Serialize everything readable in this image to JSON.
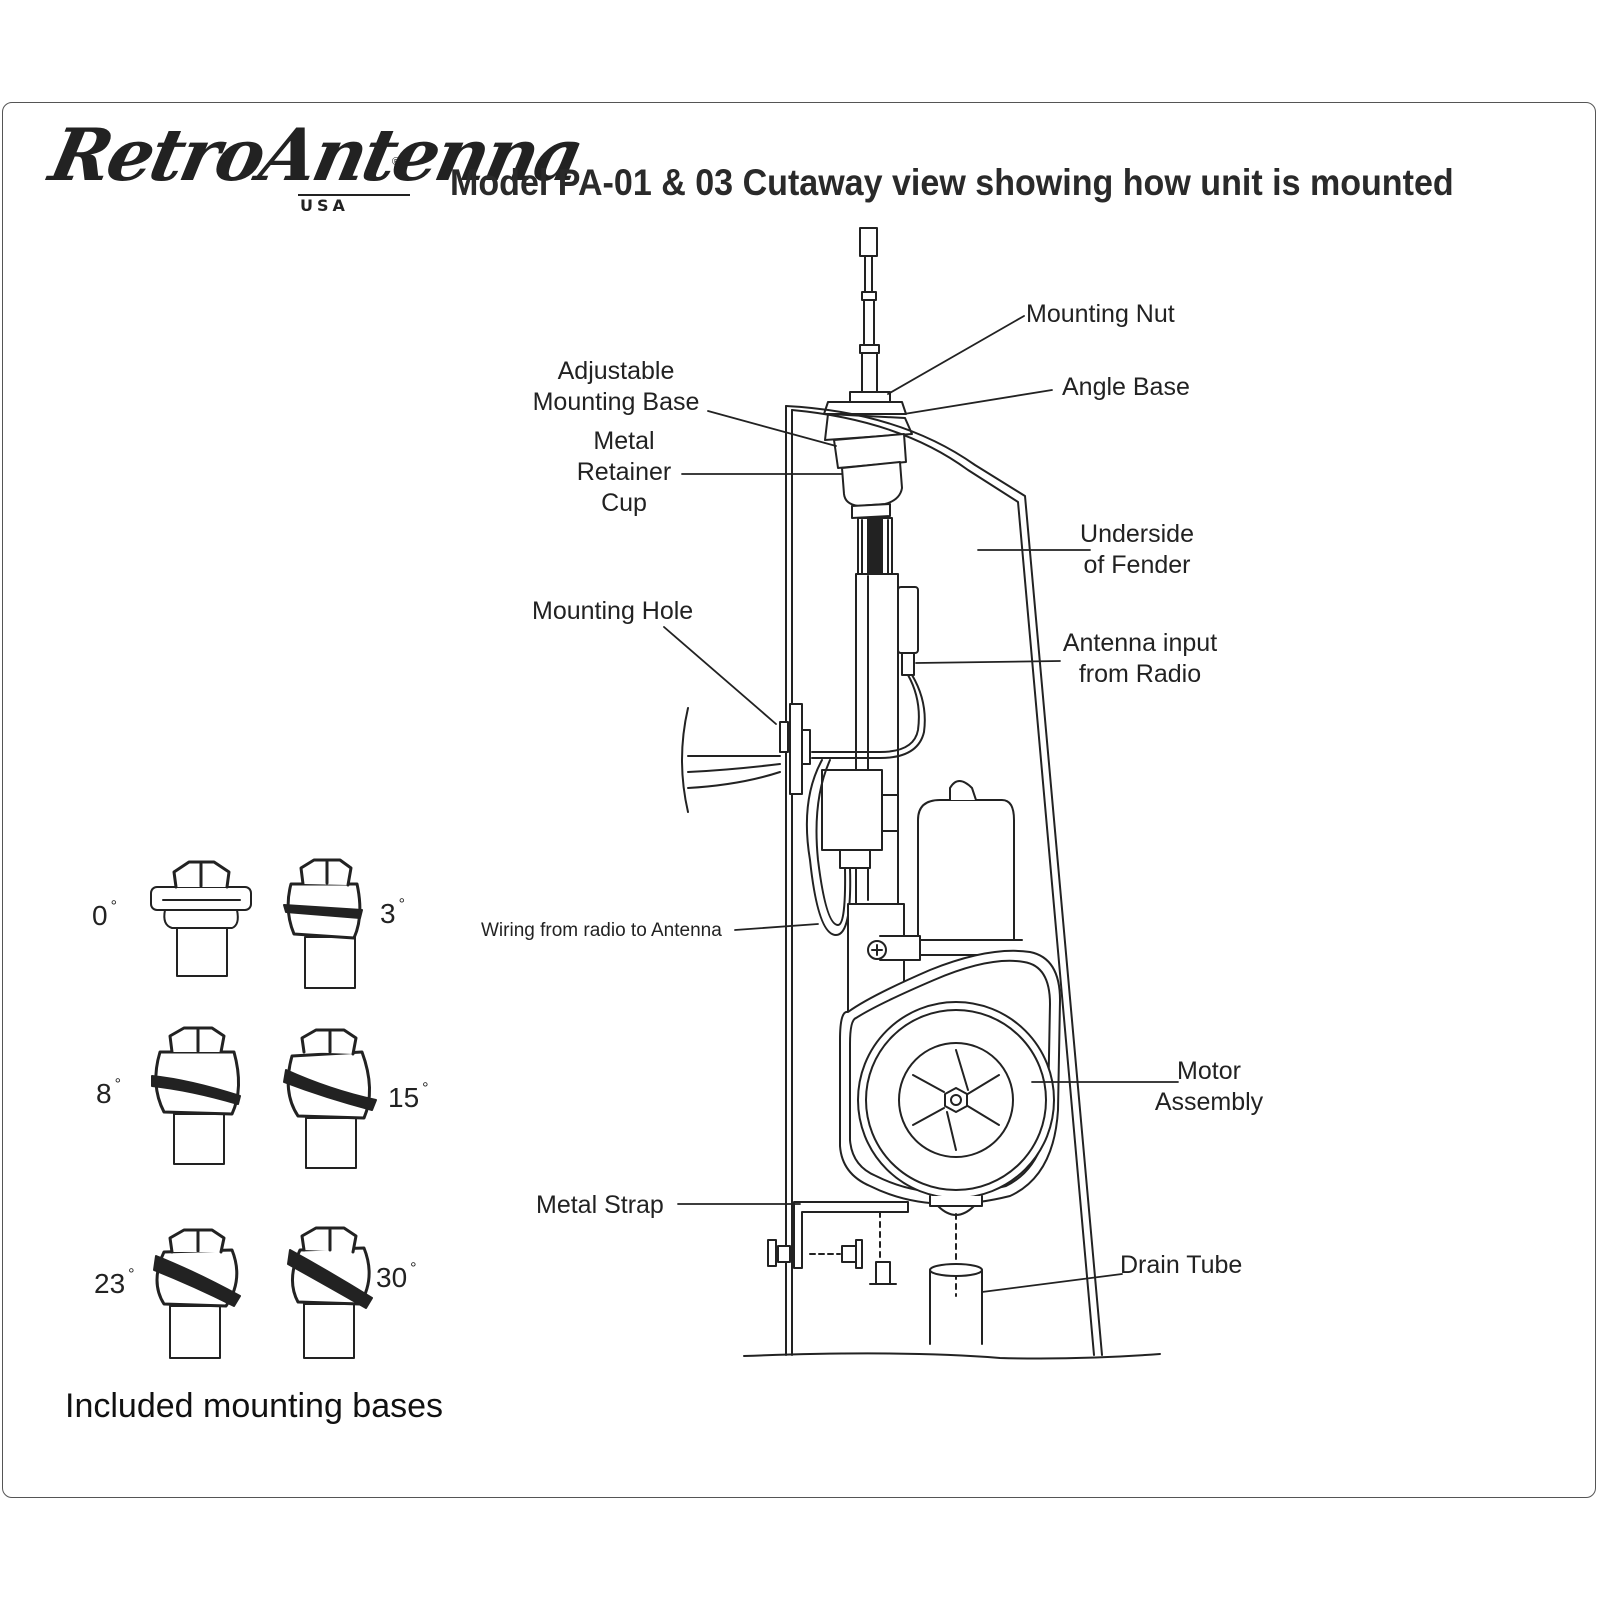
{
  "logo": {
    "brand": "RetroAntenna",
    "region": "USA",
    "registered": "®"
  },
  "title": "Model PA-01 & 03 Cutaway view showing how unit is mounted",
  "labels": {
    "mounting_nut": "Mounting Nut",
    "angle_base": "Angle Base",
    "adjustable_base_line1": "Adjustable",
    "adjustable_base_line2": "Mounting Base",
    "retainer_line1": "Metal",
    "retainer_line2": "Retainer",
    "retainer_line3": "Cup",
    "fender_line1": "Underside",
    "fender_line2": "of Fender",
    "mounting_hole": "Mounting Hole",
    "antenna_input_line1": "Antenna input",
    "antenna_input_line2": "from Radio",
    "wiring": "Wiring from radio to Antenna",
    "motor_line1": "Motor",
    "motor_line2": "Assembly",
    "metal_strap": "Metal Strap",
    "drain_tube": "Drain Tube"
  },
  "bases": {
    "caption": "Included mounting bases",
    "angles": [
      "0",
      "3",
      "8",
      "15",
      "23",
      "30"
    ],
    "degree_symbol": "°"
  },
  "colors": {
    "line": "#222222",
    "background": "#ffffff",
    "frame": "#555555"
  }
}
